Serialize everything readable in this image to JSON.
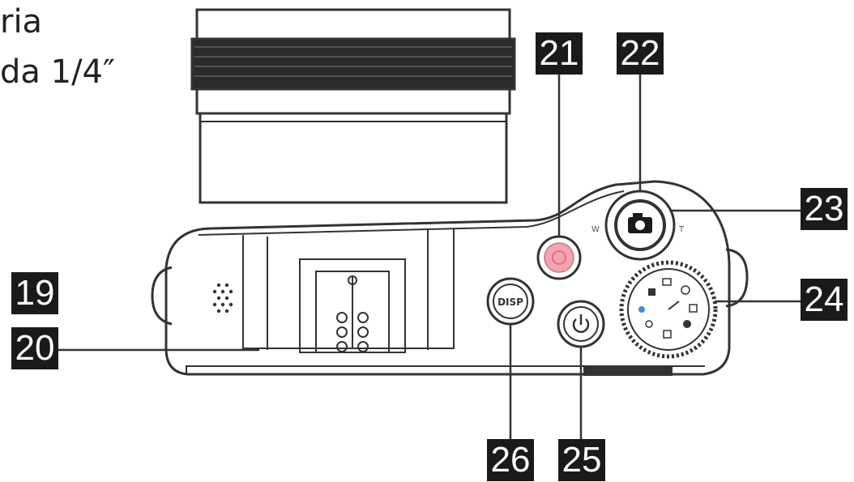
{
  "text_fragments": [
    "ria",
    "da 1/4″"
  ],
  "callouts": [
    "19",
    "20",
    "21",
    "22",
    "23",
    "24",
    "25",
    "26"
  ],
  "buttons": {
    "disp_label": "DISP",
    "zoom_wide": "W",
    "zoom_tele": "T"
  },
  "colors": {
    "line": "#333333",
    "callout_bg": "#1a1a1a",
    "record_button": "#f2a3b4"
  },
  "icons": [
    "speaker-grille-icon",
    "camera-icon",
    "power-icon",
    "mode-dial-icon",
    "hot-shoe-icon"
  ]
}
